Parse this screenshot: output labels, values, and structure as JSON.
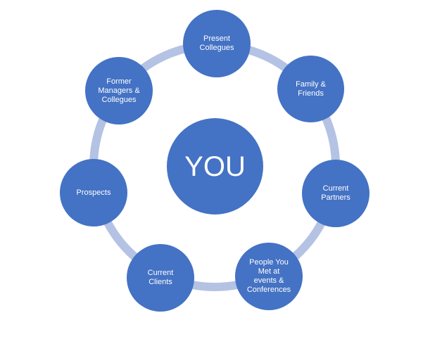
{
  "center": {
    "label": "YOU"
  },
  "nodes": [
    {
      "label": "Present\nCollegues"
    },
    {
      "label": "Family &\nFriends"
    },
    {
      "label": "Current\nPartners"
    },
    {
      "label": "People You\nMet at\nevents &\nConferences"
    },
    {
      "label": "Current\nClients"
    },
    {
      "label": "Prospects"
    },
    {
      "label": "Former\nManagers &\nCollegues"
    }
  ],
  "colors": {
    "node": "#4472c4",
    "ring": "#b4c2e4"
  }
}
